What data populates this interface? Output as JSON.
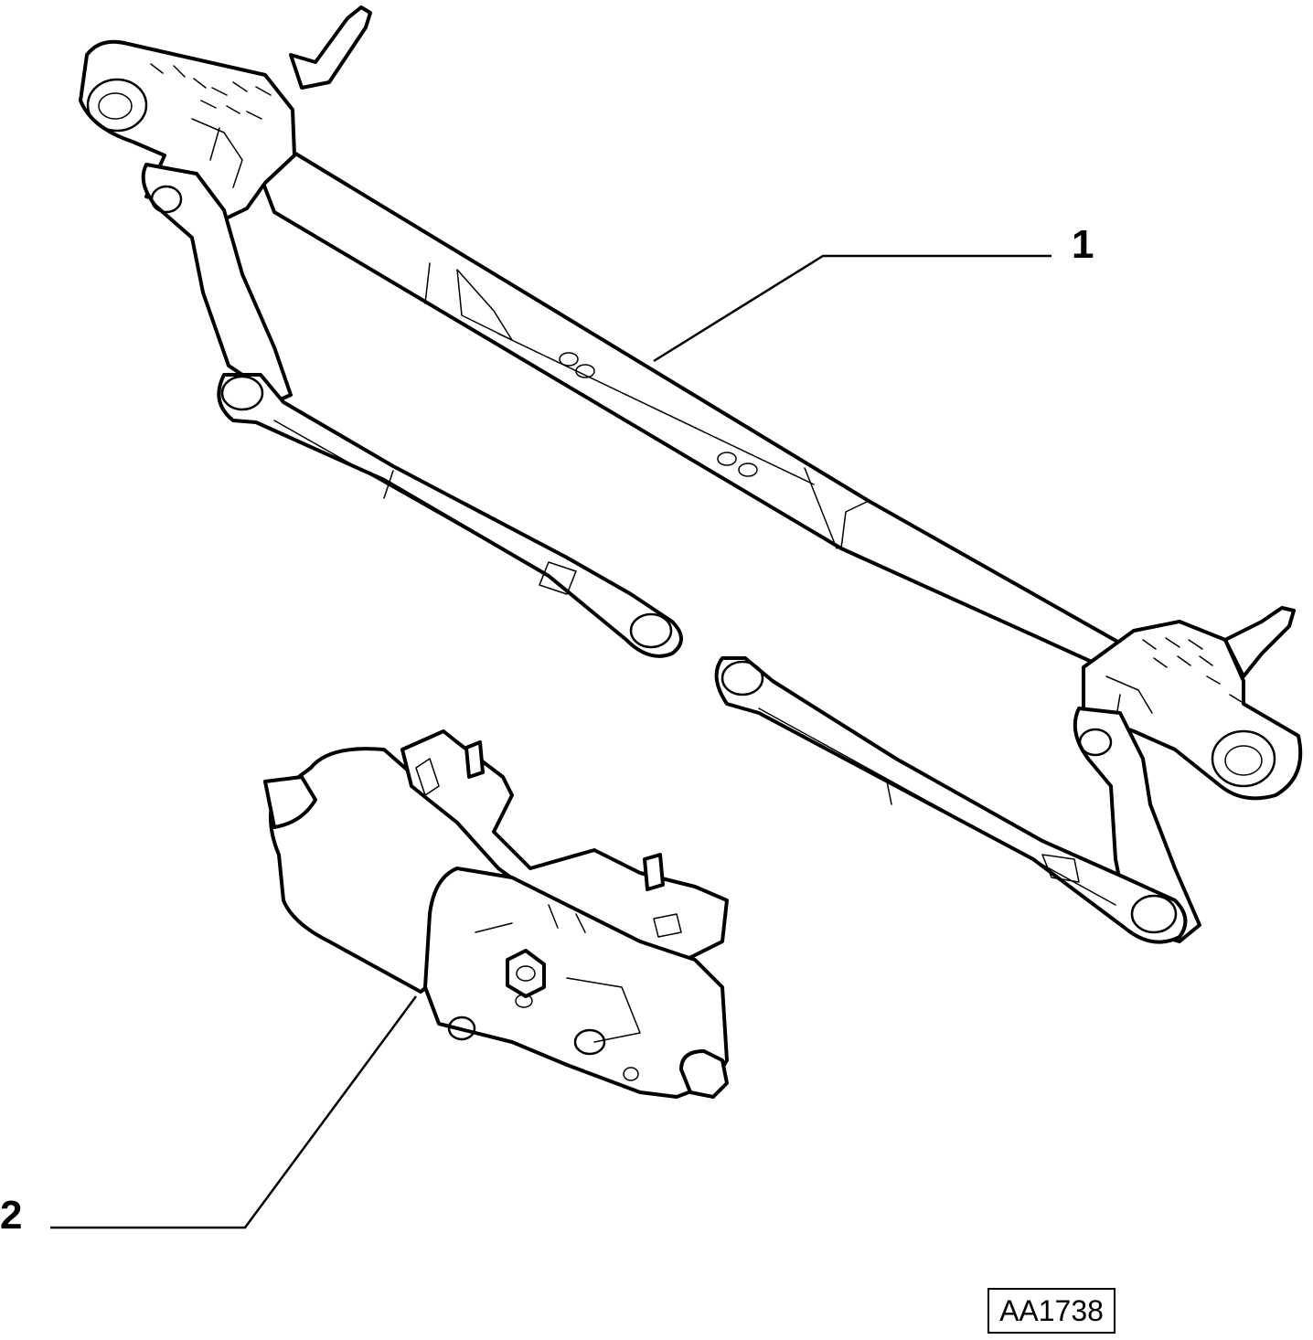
{
  "callouts": [
    {
      "number": "1"
    },
    {
      "number": "2"
    }
  ],
  "reference_code": "AA1738"
}
